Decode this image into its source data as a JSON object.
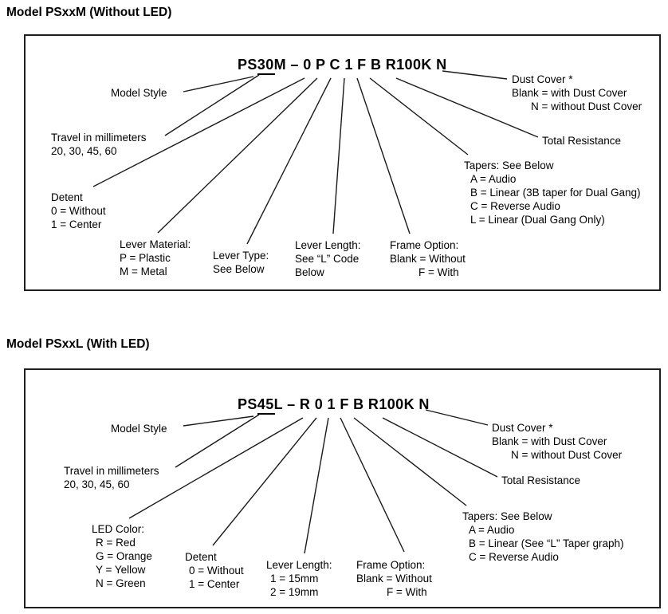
{
  "colors": {
    "text": "#000000",
    "line": "#1a1a1a",
    "border": "#1f1f1f",
    "background": "#ffffff"
  },
  "sections": [
    {
      "title": "Model PSxxM (Without LED)",
      "part_number": "PS30M – 0 P C 1 F B R100K N",
      "underlined_digits": "30",
      "callouts": {
        "model_style": [
          "Model Style"
        ],
        "travel": [
          "Travel in millimeters",
          "20, 30, 45, 60"
        ],
        "detent": [
          "Detent",
          "0 = Without",
          "1 = Center"
        ],
        "lever_material": [
          "Lever Material:",
          "P = Plastic",
          "M = Metal"
        ],
        "lever_type": [
          "Lever Type:",
          "See Below"
        ],
        "lever_length": [
          "Lever Length:",
          "See “L” Code",
          "Below"
        ],
        "frame_option": [
          "Frame Option:",
          "Blank = Without",
          "F = With"
        ],
        "tapers": [
          "Tapers: See Below",
          "A = Audio",
          "B = Linear (3B taper for Dual Gang)",
          "C = Reverse Audio",
          "L = Linear (Dual Gang Only)"
        ],
        "total_resistance": [
          "Total Resistance"
        ],
        "dust_cover": [
          "Dust Cover *",
          "Blank = with Dust Cover",
          "N = without Dust Cover"
        ]
      }
    },
    {
      "title": "Model PSxxL (With LED)",
      "part_number": "PS45L – R 0 1 F B R100K N",
      "underlined_digits": "45",
      "callouts": {
        "model_style": [
          "Model Style"
        ],
        "travel": [
          "Travel in millimeters",
          "20, 30, 45, 60"
        ],
        "led_color": [
          "LED Color:",
          "R = Red",
          "G = Orange",
          "Y = Yellow",
          "N = Green"
        ],
        "detent": [
          "Detent",
          "0 = Without",
          "1 = Center"
        ],
        "lever_length": [
          "Lever Length:",
          "1 = 15mm",
          "2 = 19mm"
        ],
        "frame_option": [
          "Frame Option:",
          "Blank = Without",
          "F = With"
        ],
        "tapers": [
          "Tapers: See Below",
          "A = Audio",
          "B = Linear (See “L” Taper graph)",
          "C = Reverse Audio"
        ],
        "total_resistance": [
          "Total Resistance"
        ],
        "dust_cover": [
          "Dust Cover *",
          "Blank = with Dust Cover",
          "N = without Dust Cover"
        ]
      }
    }
  ]
}
